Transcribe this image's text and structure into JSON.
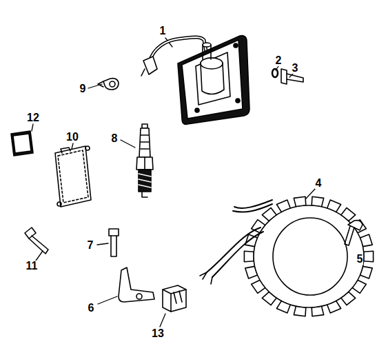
{
  "diagram": {
    "labels": [
      "1",
      "2",
      "3",
      "9",
      "12",
      "10",
      "8",
      "4",
      "7",
      "11",
      "5",
      "6",
      "13"
    ]
  }
}
